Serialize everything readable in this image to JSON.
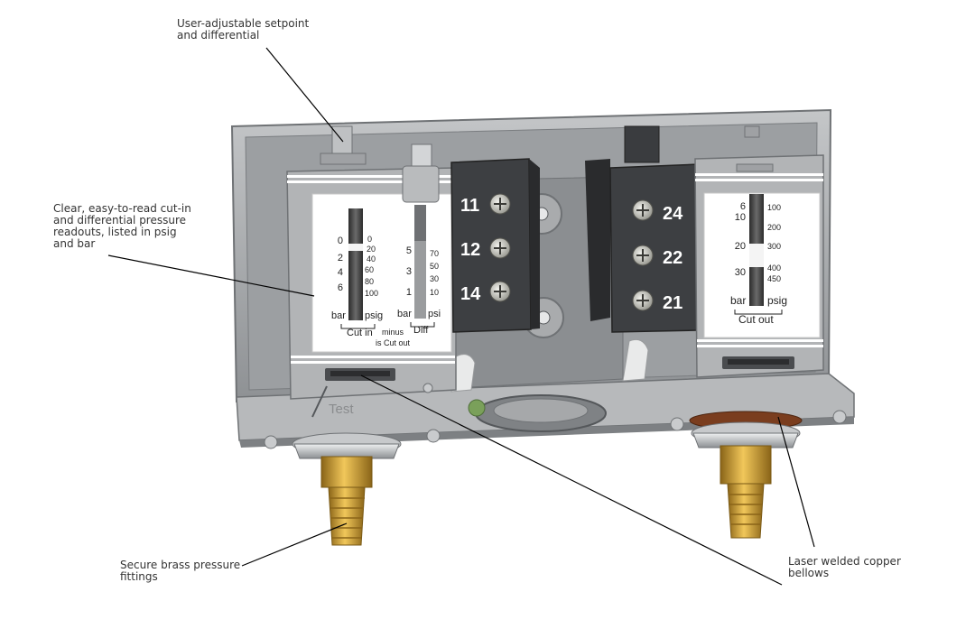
{
  "callouts": {
    "setpoint": [
      "User-adjustable setpoint",
      "and differential"
    ],
    "readouts": [
      "Clear, easy-to-read cut-in",
      "and differential pressure",
      "readouts, listed in psig",
      "and bar"
    ],
    "fittings": [
      "Secure brass pressure",
      "fittings"
    ],
    "bellows": [
      "Laser welded copper",
      "bellows"
    ]
  },
  "device": {
    "terminals_left": [
      "11",
      "12",
      "14"
    ],
    "terminals_right": [
      "24",
      "22",
      "21"
    ],
    "cutin_scale": {
      "bar_ticks": [
        "0",
        "2",
        "4",
        "6"
      ],
      "psig_ticks": [
        "0",
        "20",
        "40",
        "60",
        "80",
        "100"
      ],
      "unit_bar": "bar",
      "unit_psig": "psig",
      "label": "Cut in"
    },
    "diff_scale": {
      "bar_ticks": [
        "5",
        "3",
        "1"
      ],
      "psi_ticks": [
        "70",
        "50",
        "30",
        "10"
      ],
      "unit_bar": "bar",
      "unit_psi": "psi",
      "label": "Diff"
    },
    "cutout_scale": {
      "bar_ticks": [
        "6",
        "10",
        "20",
        "30"
      ],
      "psig_ticks": [
        "100",
        "200",
        "300",
        "400",
        "450"
      ],
      "unit_bar": "bar",
      "unit_psig": "psig",
      "label": "Cut out"
    },
    "formula": {
      "minus": "minus",
      "is_cut_out": "is Cut out"
    },
    "test_label": "Test"
  },
  "colors": {
    "housing": "#a9abad",
    "housing_dark": "#6f7275",
    "panel": "#ffffff",
    "terminal_block": "#3d3f42",
    "brass": "#c9962c",
    "copper": "#a0522d",
    "leader": "#000000"
  }
}
